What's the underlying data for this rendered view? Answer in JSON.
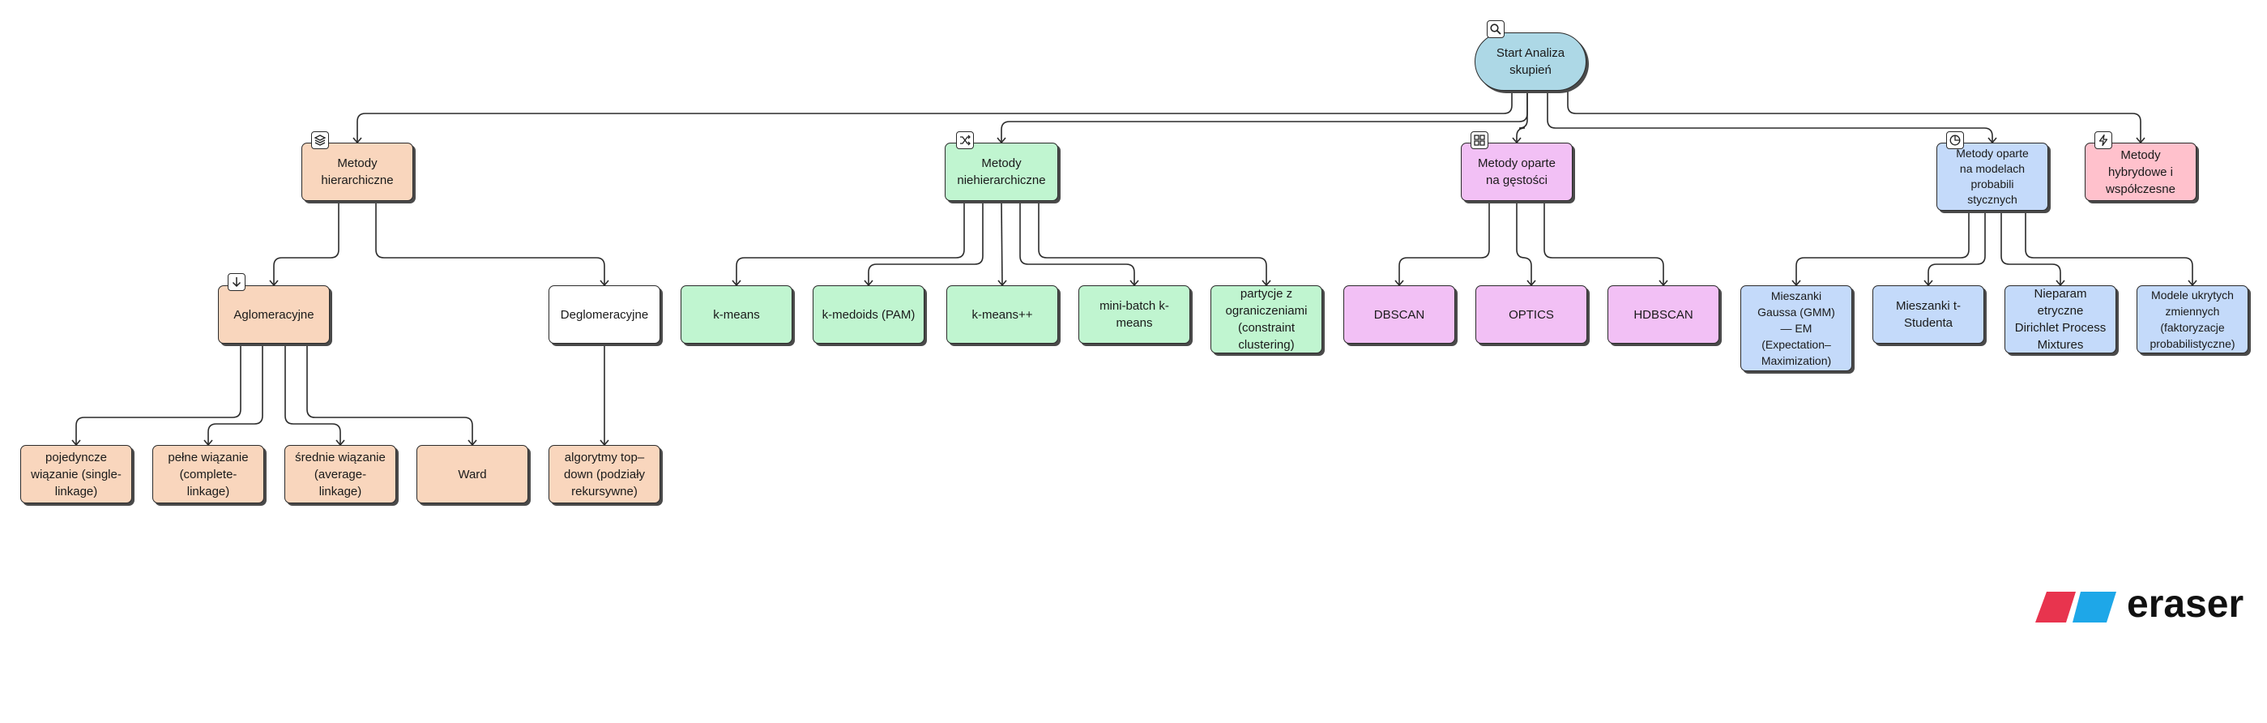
{
  "diagram": {
    "nodes": {
      "root": "Start Analiza\nskupień",
      "hier": "Metody\nhierarchiczne",
      "nonhier": "Metody\nniehierarchiczne",
      "density": "Metody oparte\nna gęstości",
      "model": "Metody oparte\nna modelach\nprobabili\nstycznych",
      "hybrid": "Metody\nhybrydowe i\nwspółczesne",
      "aglo": "Aglomeracyjne",
      "deglo": "Deglomeracyjne",
      "kmeans": "k-means",
      "kmedoids": "k-medoids (PAM)",
      "kmeanspp": "k-means++",
      "minibatch": "mini-batch k-\nmeans",
      "constraint": "partycje z\nograniczeniami\n(constraint\nclustering)",
      "dbscan": "DBSCAN",
      "optics": "OPTICS",
      "hdbscan": "HDBSCAN",
      "gmm": "Mieszanki\nGaussa (GMM)\n— EM\n(Expectation–\nMaximization)",
      "tstudent": "Mieszanki t-\nStudenta",
      "dirichlet": "Nieparam\netryczne\nDirichlet Process\nMixtures",
      "latent": "Modele ukrytych\nzmiennych\n(faktoryzacje\nprobabilistyczne)",
      "single": "pojedyncze\nwiązanie (single-\nlinkage)",
      "complete": "pełne wiązanie\n(complete-\nlinkage)",
      "average": "średnie wiązanie\n(average-\nlinkage)",
      "ward": "Ward",
      "topdown": "algorytmy top–\ndown (podziały\nrekursywne)"
    },
    "icons": {
      "root": "search-icon",
      "hier": "layers-icon",
      "nonhier": "shuffle-icon",
      "density": "grid-icon",
      "model": "pie-chart-icon",
      "hybrid": "lightning-icon",
      "aglo": "arrow-down-icon"
    },
    "colors": {
      "root": "#add8e6",
      "hierarchical": "#f9d6bd",
      "non_hierarchical": "#c0f5d0",
      "density": "#f2c0f5",
      "model": "#c4dafa",
      "hybrid": "#ffc1cc",
      "deglomerative": "#ffffff"
    }
  },
  "logo": {
    "text": "eraser",
    "colors": {
      "red": "#e8344e",
      "blue": "#1ea7e8"
    }
  }
}
